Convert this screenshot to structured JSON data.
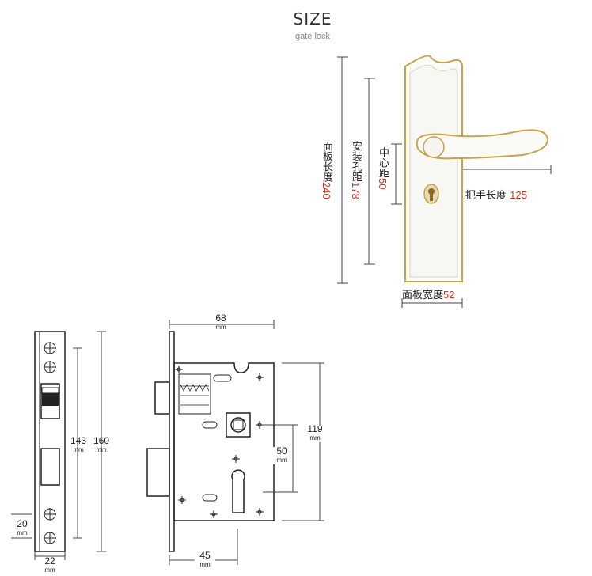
{
  "header": {
    "title": "SIZE",
    "subtitle": "gate lock"
  },
  "handle_dims": {
    "panel_length": {
      "label": "面板长度",
      "value": "240"
    },
    "hole_distance": {
      "label": "安装孔距",
      "value": "178"
    },
    "center_distance": {
      "label": "中心距",
      "value": "50"
    },
    "handle_length": {
      "label": "把手长度",
      "value": "125"
    },
    "panel_width": {
      "label": "面板宽度",
      "value": "52"
    }
  },
  "colors": {
    "accent_red": "#e0301e",
    "gold_trim": "#c9a24a",
    "panel_white": "#f7f7f4",
    "line": "#333333"
  },
  "faceplate_dims": {
    "inner_height": {
      "value": "143",
      "unit": "mm"
    },
    "outer_height": {
      "value": "160",
      "unit": "mm"
    },
    "hole_spacing": {
      "value": "20",
      "unit": "mm"
    },
    "width": {
      "value": "22",
      "unit": "mm"
    }
  },
  "lockbody_dims": {
    "width": {
      "value": "68",
      "unit": "mm"
    },
    "height": {
      "value": "119",
      "unit": "mm"
    },
    "center": {
      "value": "50",
      "unit": "mm"
    },
    "backset": {
      "value": "45",
      "unit": "mm"
    }
  }
}
